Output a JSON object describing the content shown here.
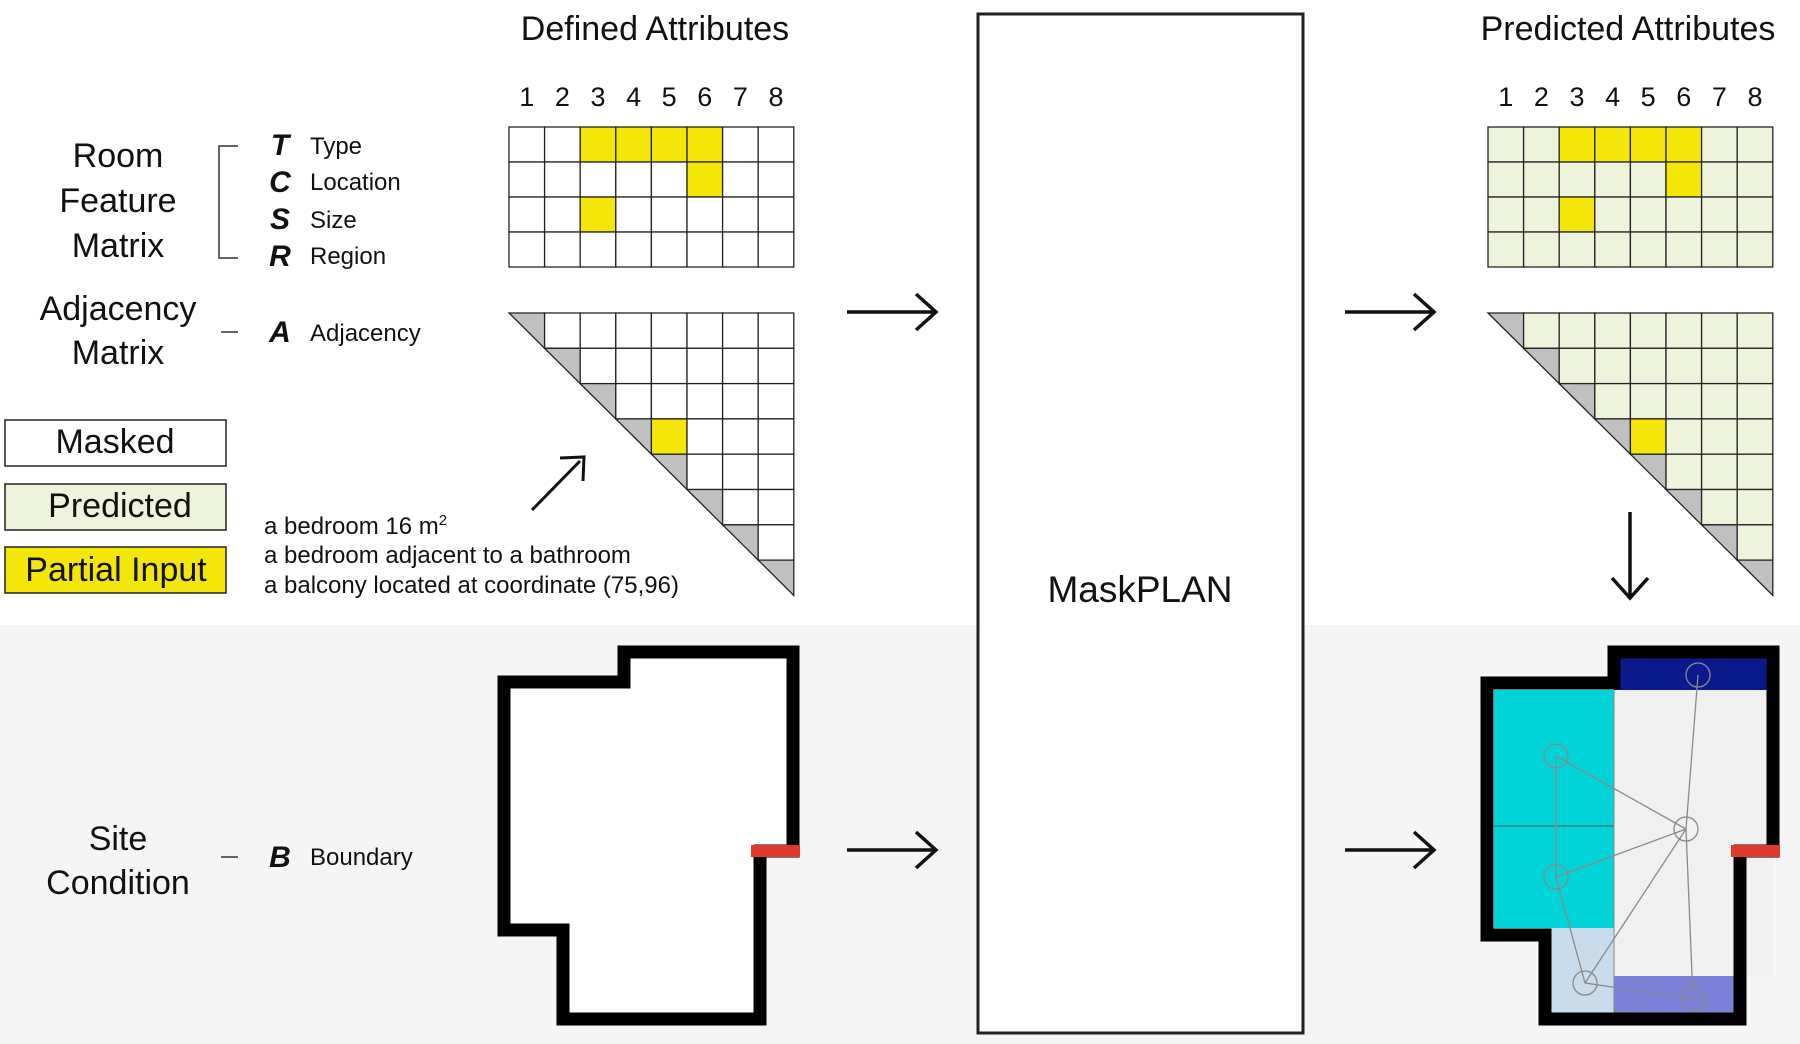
{
  "headings": {
    "defined": "Defined Attributes",
    "predicted": "Predicted Attributes"
  },
  "column_numbers": [
    "1",
    "2",
    "3",
    "4",
    "5",
    "6",
    "7",
    "8"
  ],
  "left_labels": {
    "room_feature_matrix": [
      "Room",
      "Feature",
      "Matrix"
    ],
    "adjacency_matrix": [
      "Adjacency",
      "Matrix"
    ],
    "site_condition": [
      "Site",
      "Condition"
    ]
  },
  "attributes": [
    {
      "letter": "T",
      "name": "Type"
    },
    {
      "letter": "C",
      "name": "Location"
    },
    {
      "letter": "S",
      "name": "Size"
    },
    {
      "letter": "R",
      "name": "Region"
    }
  ],
  "adjacency_attribute": {
    "letter": "A",
    "name": "Adjacency"
  },
  "boundary_attribute": {
    "letter": "B",
    "name": "Boundary"
  },
  "legend": [
    {
      "label": "Masked",
      "color": "#ffffff"
    },
    {
      "label": "Predicted",
      "color": "#eef3dc"
    },
    {
      "label": "Partial Input",
      "color": "#f5e60a"
    }
  ],
  "examples": {
    "line1_prefix": "a bedroom 16 m",
    "line1_sup": "2",
    "line2": "a bedroom adjacent to a bathroom",
    "line3": "a balcony located at coordinate (75,96)"
  },
  "model_name": "MaskPLAN",
  "colors": {
    "partial_input": "#f5e60a",
    "predicted_cell": "#eef3dc",
    "masked_cell": "#ffffff",
    "diagonal": "#c0c0c0",
    "bottom_band": "#f5f5f5",
    "door": "#e03a2e",
    "living_room": "#f0f0f0",
    "bedroom": "#00d4d8",
    "top_room": "#0a1a8c",
    "bathroom": "#7b80d8",
    "balcony": "#c8dcec"
  },
  "feature_matrix_input_cells": [
    [
      0,
      2
    ],
    [
      0,
      3
    ],
    [
      0,
      4
    ],
    [
      0,
      5
    ],
    [
      1,
      5
    ],
    [
      2,
      2
    ]
  ],
  "adjacency_input_cells": [
    [
      3,
      4
    ]
  ]
}
